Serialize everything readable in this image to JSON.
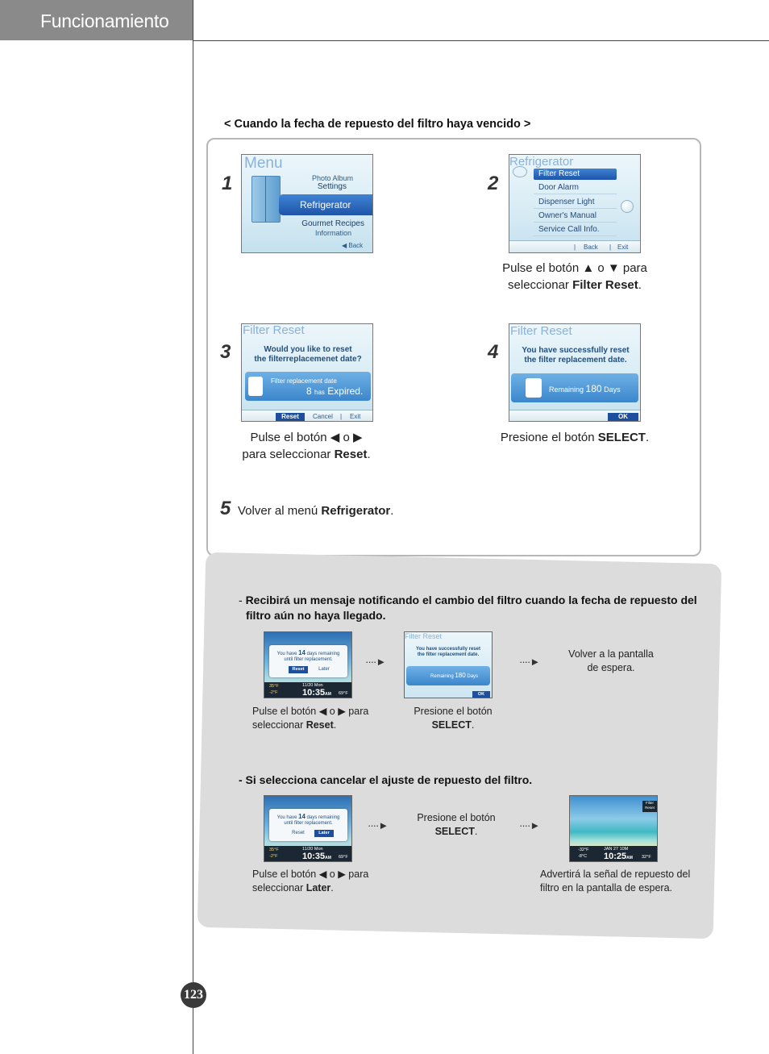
{
  "header": {
    "title": "Funcionamiento"
  },
  "page_number": "123",
  "section_title": "< Cuando la fecha de repuesto del filtro haya vencido >",
  "steps": [
    {
      "num": "1"
    },
    {
      "num": "2",
      "caption_a": "Pulse el botón ▲ o ▼ para",
      "caption_b_pre": "seleccionar ",
      "caption_b_bold": "Filter Reset",
      "caption_b_post": "."
    },
    {
      "num": "3",
      "caption_a": "Pulse el botón ◀ o  ▶",
      "caption_b_pre": "para seleccionar ",
      "caption_b_bold": "Reset",
      "caption_b_post": "."
    },
    {
      "num": "4",
      "caption_a_pre": "Presione el botón ",
      "caption_a_bold": "SELECT",
      "caption_a_post": "."
    },
    {
      "num": "5",
      "caption_pre": "Volver al menú ",
      "caption_bold": "Refrigerator",
      "caption_post": "."
    }
  ],
  "screen1": {
    "title": "Menu",
    "items": [
      "Photo Album",
      "Settings",
      "Refrigerator",
      "Gourmet Recipes",
      "Information"
    ],
    "back": "◀ Back"
  },
  "screen2": {
    "title": "Refrigerator",
    "items": [
      "Filter Reset",
      "Door Alarm",
      "Dispenser Light",
      "Owner's Manual",
      "Service Call Info."
    ],
    "back": "Back",
    "exit": "Exit"
  },
  "screen3": {
    "title": "Filter Reset",
    "msg_a": "Would you like to reset",
    "msg_b": "the filterreplacemenet date?",
    "box_label": "Filter replacement date",
    "box_num": "8",
    "box_has": "has",
    "box_expired": "Expired.",
    "reset": "Reset",
    "cancel": "Cancel",
    "exit": "Exit"
  },
  "screen4": {
    "title": "Filter Reset",
    "msg_a": "You have successfully reset",
    "msg_b": "the filter replacement date.",
    "remaining": "Remaining",
    "days_num": "180",
    "days": "Days",
    "ok": "OK"
  },
  "note1": {
    "dash": "- ",
    "text_a": "Recibirá un mensaje notificando el cambio del filtro cuando la fecha de repuesto del",
    "text_b": "filtro aún no haya llegado."
  },
  "note2": {
    "text": "- Si selecciona cancelar el ajuste de repuesto del filtro."
  },
  "row1": {
    "dialog": {
      "line_a_pre": "You have ",
      "line_a_num": "14",
      "line_a_post": " days remaining",
      "line_b": "until filter replacement.",
      "reset": "Reset",
      "later": "Later"
    },
    "status": {
      "temp1": "35°F",
      "temp2": "-2°F",
      "date": "11/20 Mon",
      "time": "10:35",
      "ampm": "AM",
      "weather": "69°F"
    },
    "cap1_a": "Pulse el botón ◀ o ▶ para",
    "cap1_b_pre": "seleccionar ",
    "cap1_b_bold": "Reset",
    "cap1_b_post": ".",
    "screen_b": {
      "title": "Filter Reset",
      "msg_a": "You have successfully reset",
      "msg_b": "the filter replacement date.",
      "remaining": "Remaining",
      "days_num": "180",
      "days": "Days",
      "ok": "OK"
    },
    "cap2_a": "Presione el botón",
    "cap2_bold": "SELECT",
    "cap2_post": ".",
    "cap3_a": "Volver a la pantalla",
    "cap3_b": "de espera."
  },
  "row2": {
    "dialog": {
      "line_a_pre": "You have ",
      "line_a_num": "14",
      "line_a_post": " days remaining",
      "line_b": "until filter replacement.",
      "reset": "Reset",
      "later": "Later"
    },
    "status": {
      "temp1": "35°F",
      "temp2": "-2°F",
      "date": "11/20 Mon",
      "time": "10:35",
      "ampm": "AM",
      "weather": "69°F"
    },
    "cap1_a": "Pulse el botón ◀ o ▶ para",
    "cap1_b_pre": "seleccionar ",
    "cap1_b_bold": "Later",
    "cap1_b_post": ".",
    "cap2_a": "Presione el botón",
    "cap2_bold": "SELECT",
    "cap2_post": ".",
    "beach": {
      "badge_a": "Filter",
      "badge_b": "Reset",
      "temp1": "-32°F",
      "temp2": "-8°C",
      "date": "JAN 27 10M",
      "time": "10:25",
      "ampm": "AM",
      "weather": "32°F"
    },
    "cap3_a": "Advertirá la señal de repuesto del",
    "cap3_b": "filtro en la pantalla de espera."
  },
  "arrow": "····►",
  "colors": {
    "header_tab": "#8a8a8a",
    "highlight": "#1f55a8",
    "panel": "#dcdcdc"
  }
}
